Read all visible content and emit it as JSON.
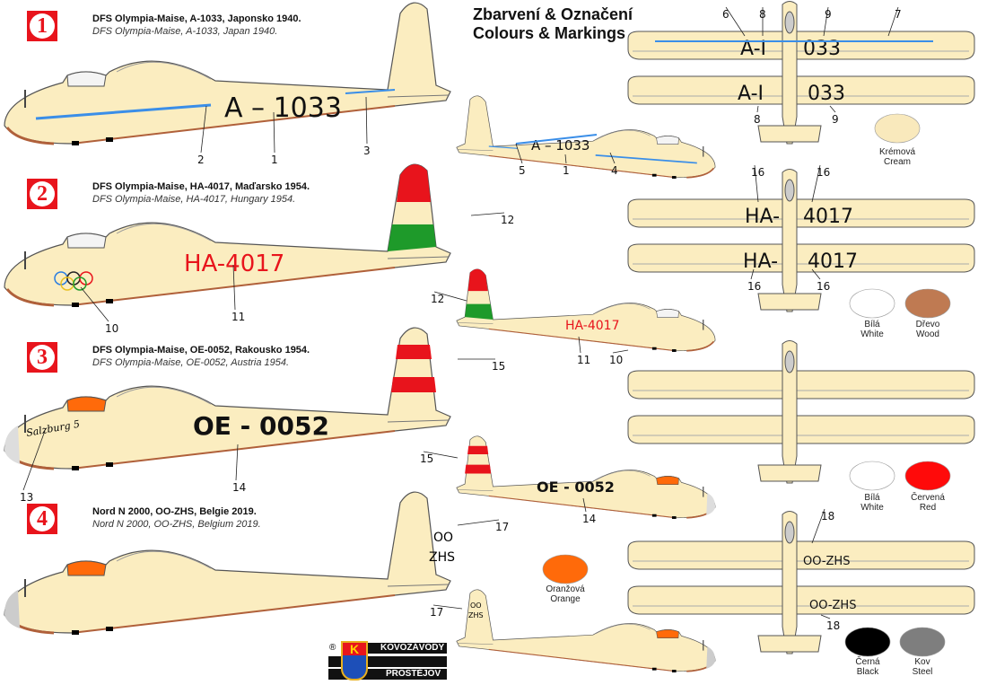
{
  "header": {
    "title_cz": "Zbarvení & Označení",
    "title_en": "Colours & Markings"
  },
  "schemes": [
    {
      "number": "1",
      "title_cz": "DFS Olympia-Maise, A-1033, Japonsko 1940.",
      "title_en": "DFS Olympia-Maise, A-1033, Japan 1940.",
      "registration": "A – 1033",
      "small_registration": "A – 1033",
      "plan_top": [
        "A-I",
        "033"
      ],
      "plan_bottom": [
        "A-I",
        "033"
      ]
    },
    {
      "number": "2",
      "title_cz": "DFS Olympia-Maise, HA-4017, Maďarsko 1954.",
      "title_en": "DFS Olympia-Maise, HA-4017, Hungary 1954.",
      "registration": "HA-4017",
      "small_registration": "HA-4017",
      "plan_top": [
        "HA-",
        "4017"
      ],
      "plan_bottom": [
        "HA-",
        "4017"
      ]
    },
    {
      "number": "3",
      "title_cz": "DFS Olympia-Maise, OE-0052, Rakousko 1954.",
      "title_en": "DFS Olympia-Maise, OE-0052, Austria 1954.",
      "registration": "OE - 0052",
      "small_registration": "OE - 0052",
      "nose_script": "Salzburg 5",
      "plan_top": [
        "",
        ""
      ],
      "plan_bottom": [
        "",
        ""
      ]
    },
    {
      "number": "4",
      "title_cz": "Nord N 2000, OO-ZHS, Belgie 2019.",
      "title_en": "Nord N 2000, OO-ZHS, Belgium 2019.",
      "registration": "OO\nZHS",
      "fin_lines": [
        "OO",
        "ZHS"
      ],
      "small_fin_lines": [
        "OO",
        "ZHS"
      ],
      "plan_top": [
        "OO-ZHS",
        ""
      ],
      "plan_bottom": [
        "OO-ZHS",
        ""
      ]
    }
  ],
  "callouts": [
    "2",
    "1",
    "3",
    "5",
    "1",
    "4",
    "6",
    "8",
    "9",
    "7",
    "8",
    "9",
    "12",
    "10",
    "11",
    "12",
    "11",
    "10",
    "16",
    "16",
    "16",
    "16",
    "15",
    "13",
    "14",
    "15",
    "14",
    "17",
    "17",
    "18",
    "18"
  ],
  "swatches": [
    {
      "cz": "Krémová",
      "en": "Cream",
      "color": "#f9e9bc"
    },
    {
      "cz": "Bílá",
      "en": "White",
      "color": "#ffffff"
    },
    {
      "cz": "Dřevo",
      "en": "Wood",
      "color": "#bf7a52"
    },
    {
      "cz": "Bílá",
      "en": "White",
      "color": "#ffffff"
    },
    {
      "cz": "Červená",
      "en": "Red",
      "color": "#ff0a0a"
    },
    {
      "cz": "Oranžová",
      "en": "Orange",
      "color": "#ff6a0a"
    },
    {
      "cz": "Černá",
      "en": "Black",
      "color": "#000000"
    },
    {
      "cz": "Kov",
      "en": "Steel",
      "color": "#7e7e7e"
    }
  ],
  "logo": {
    "mark": "®",
    "letter": "K",
    "line1": "KOVOZÁVODY",
    "line2": "PROSTĚJOV"
  },
  "colors": {
    "cream": "#fbedc0",
    "blue_stripe": "#3a8ee8",
    "red": "#e8141c",
    "green": "#1e9a2a",
    "orange": "#ff6a0a",
    "skid": "#b0603a"
  }
}
